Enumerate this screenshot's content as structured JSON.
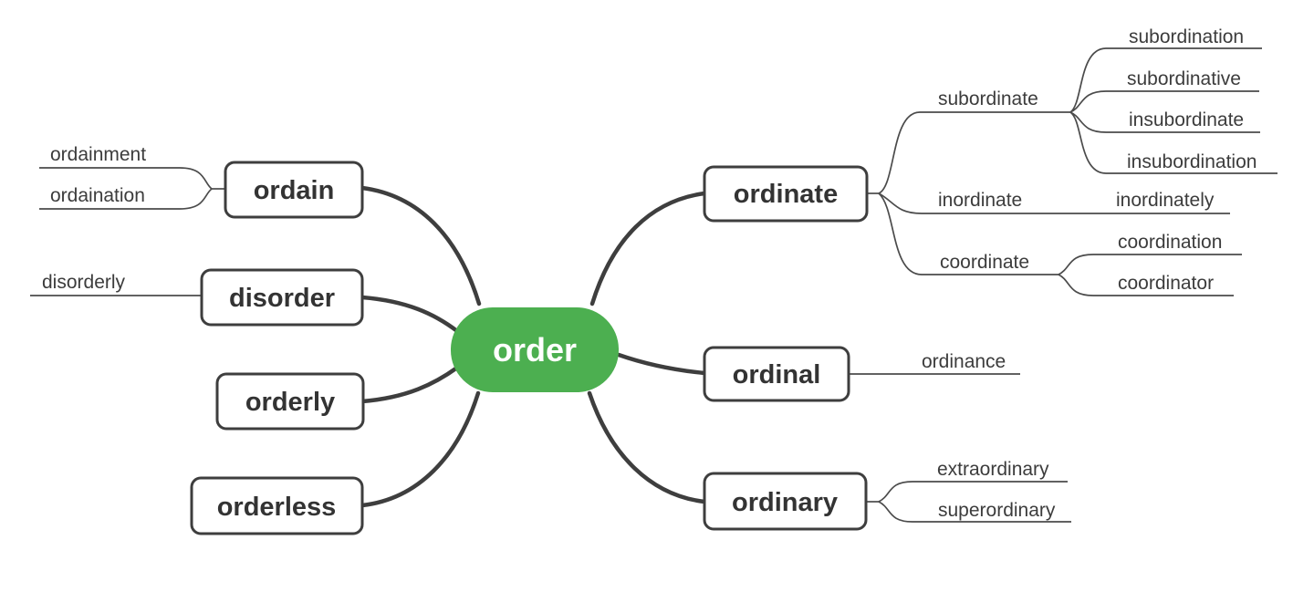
{
  "app": {
    "type": "mindmap",
    "topic": "word derivations of order"
  },
  "colors": {
    "background": "#ffffff",
    "root_fill": "#4caf50",
    "root_text": "#ffffff",
    "node_border": "#3e3e3e",
    "node_fill": "#ffffff",
    "node_text": "#333333",
    "branch_line": "#3e3e3e",
    "sub_line": "#4b4b4b",
    "sub_text": "#3c3c3c"
  },
  "tree": {
    "root": "order",
    "left": [
      {
        "label": "ordain",
        "children": [
          "ordainment",
          "ordaination"
        ]
      },
      {
        "label": "disorder",
        "children": [
          "disorderly"
        ]
      },
      {
        "label": "orderly",
        "children": []
      },
      {
        "label": "orderless",
        "children": []
      }
    ],
    "right": [
      {
        "label": "ordinate",
        "children": [
          {
            "label": "subordinate",
            "children": [
              "subordination",
              "subordinative",
              "insubordinate",
              "insubordination"
            ]
          },
          {
            "label": "inordinate",
            "children": [
              "inordinately"
            ]
          },
          {
            "label": "coordinate",
            "children": [
              "coordination",
              "coordinator"
            ]
          }
        ]
      },
      {
        "label": "ordinal",
        "children": [
          "ordinance"
        ]
      },
      {
        "label": "ordinary",
        "children": [
          "extraordinary",
          "superordinary"
        ]
      }
    ]
  }
}
